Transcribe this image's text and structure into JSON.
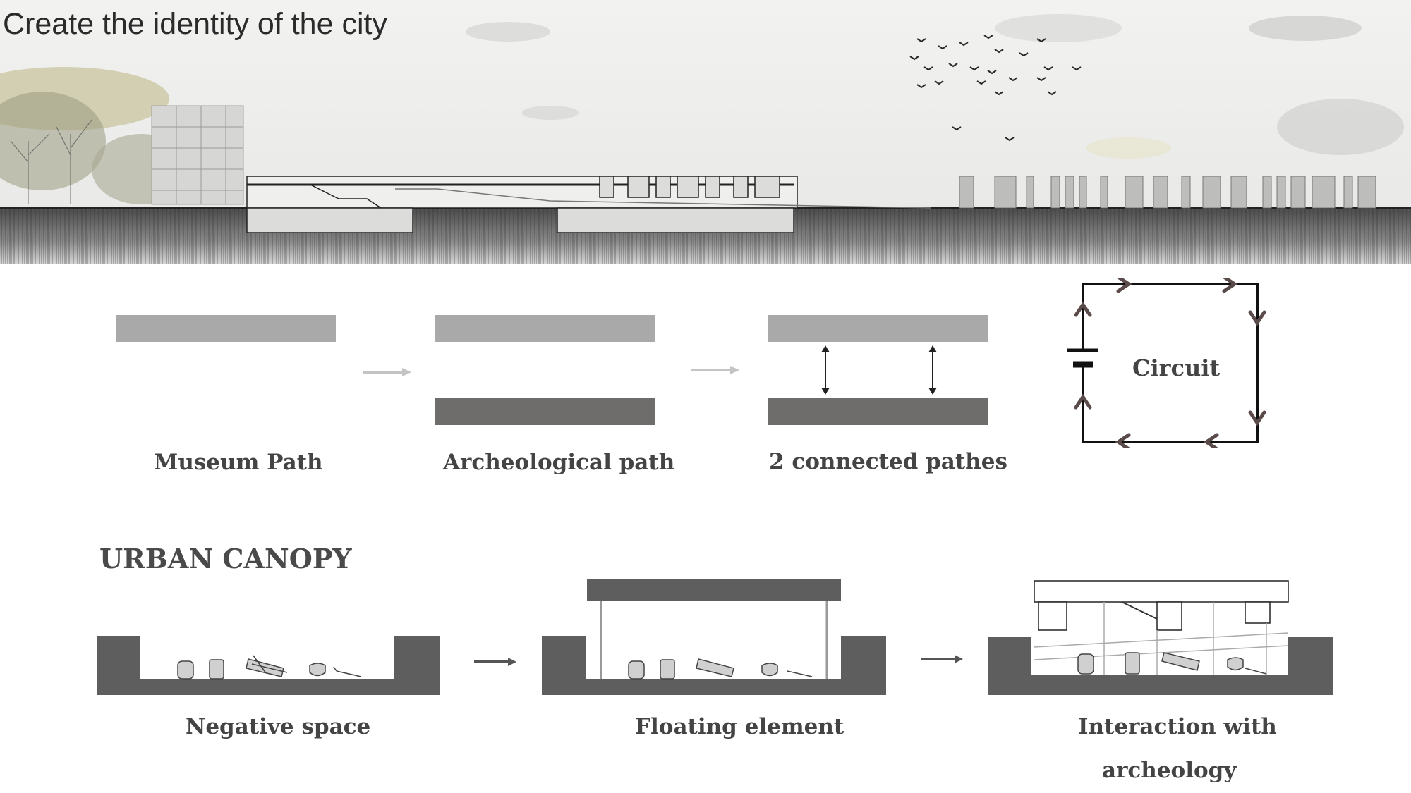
{
  "header": {
    "title": "Create the identity of the city"
  },
  "concept": {
    "museum_path": "Museum Path",
    "archeological_path": "Archeological path",
    "connected_paths": "2 connected pathes",
    "circuit": "Circuit"
  },
  "urban_canopy": {
    "heading": "URBAN CANOPY",
    "negative_space": "Negative space",
    "floating_element": "Floating element",
    "interaction_line1": "Interaction with",
    "interaction_line2": "archeology"
  },
  "colors": {
    "light_bar": "#a9a9a9",
    "dark_bar": "#6f6c6c",
    "section_fill": "#5e5e5e",
    "arrow_brown": "#5a4a4a"
  }
}
